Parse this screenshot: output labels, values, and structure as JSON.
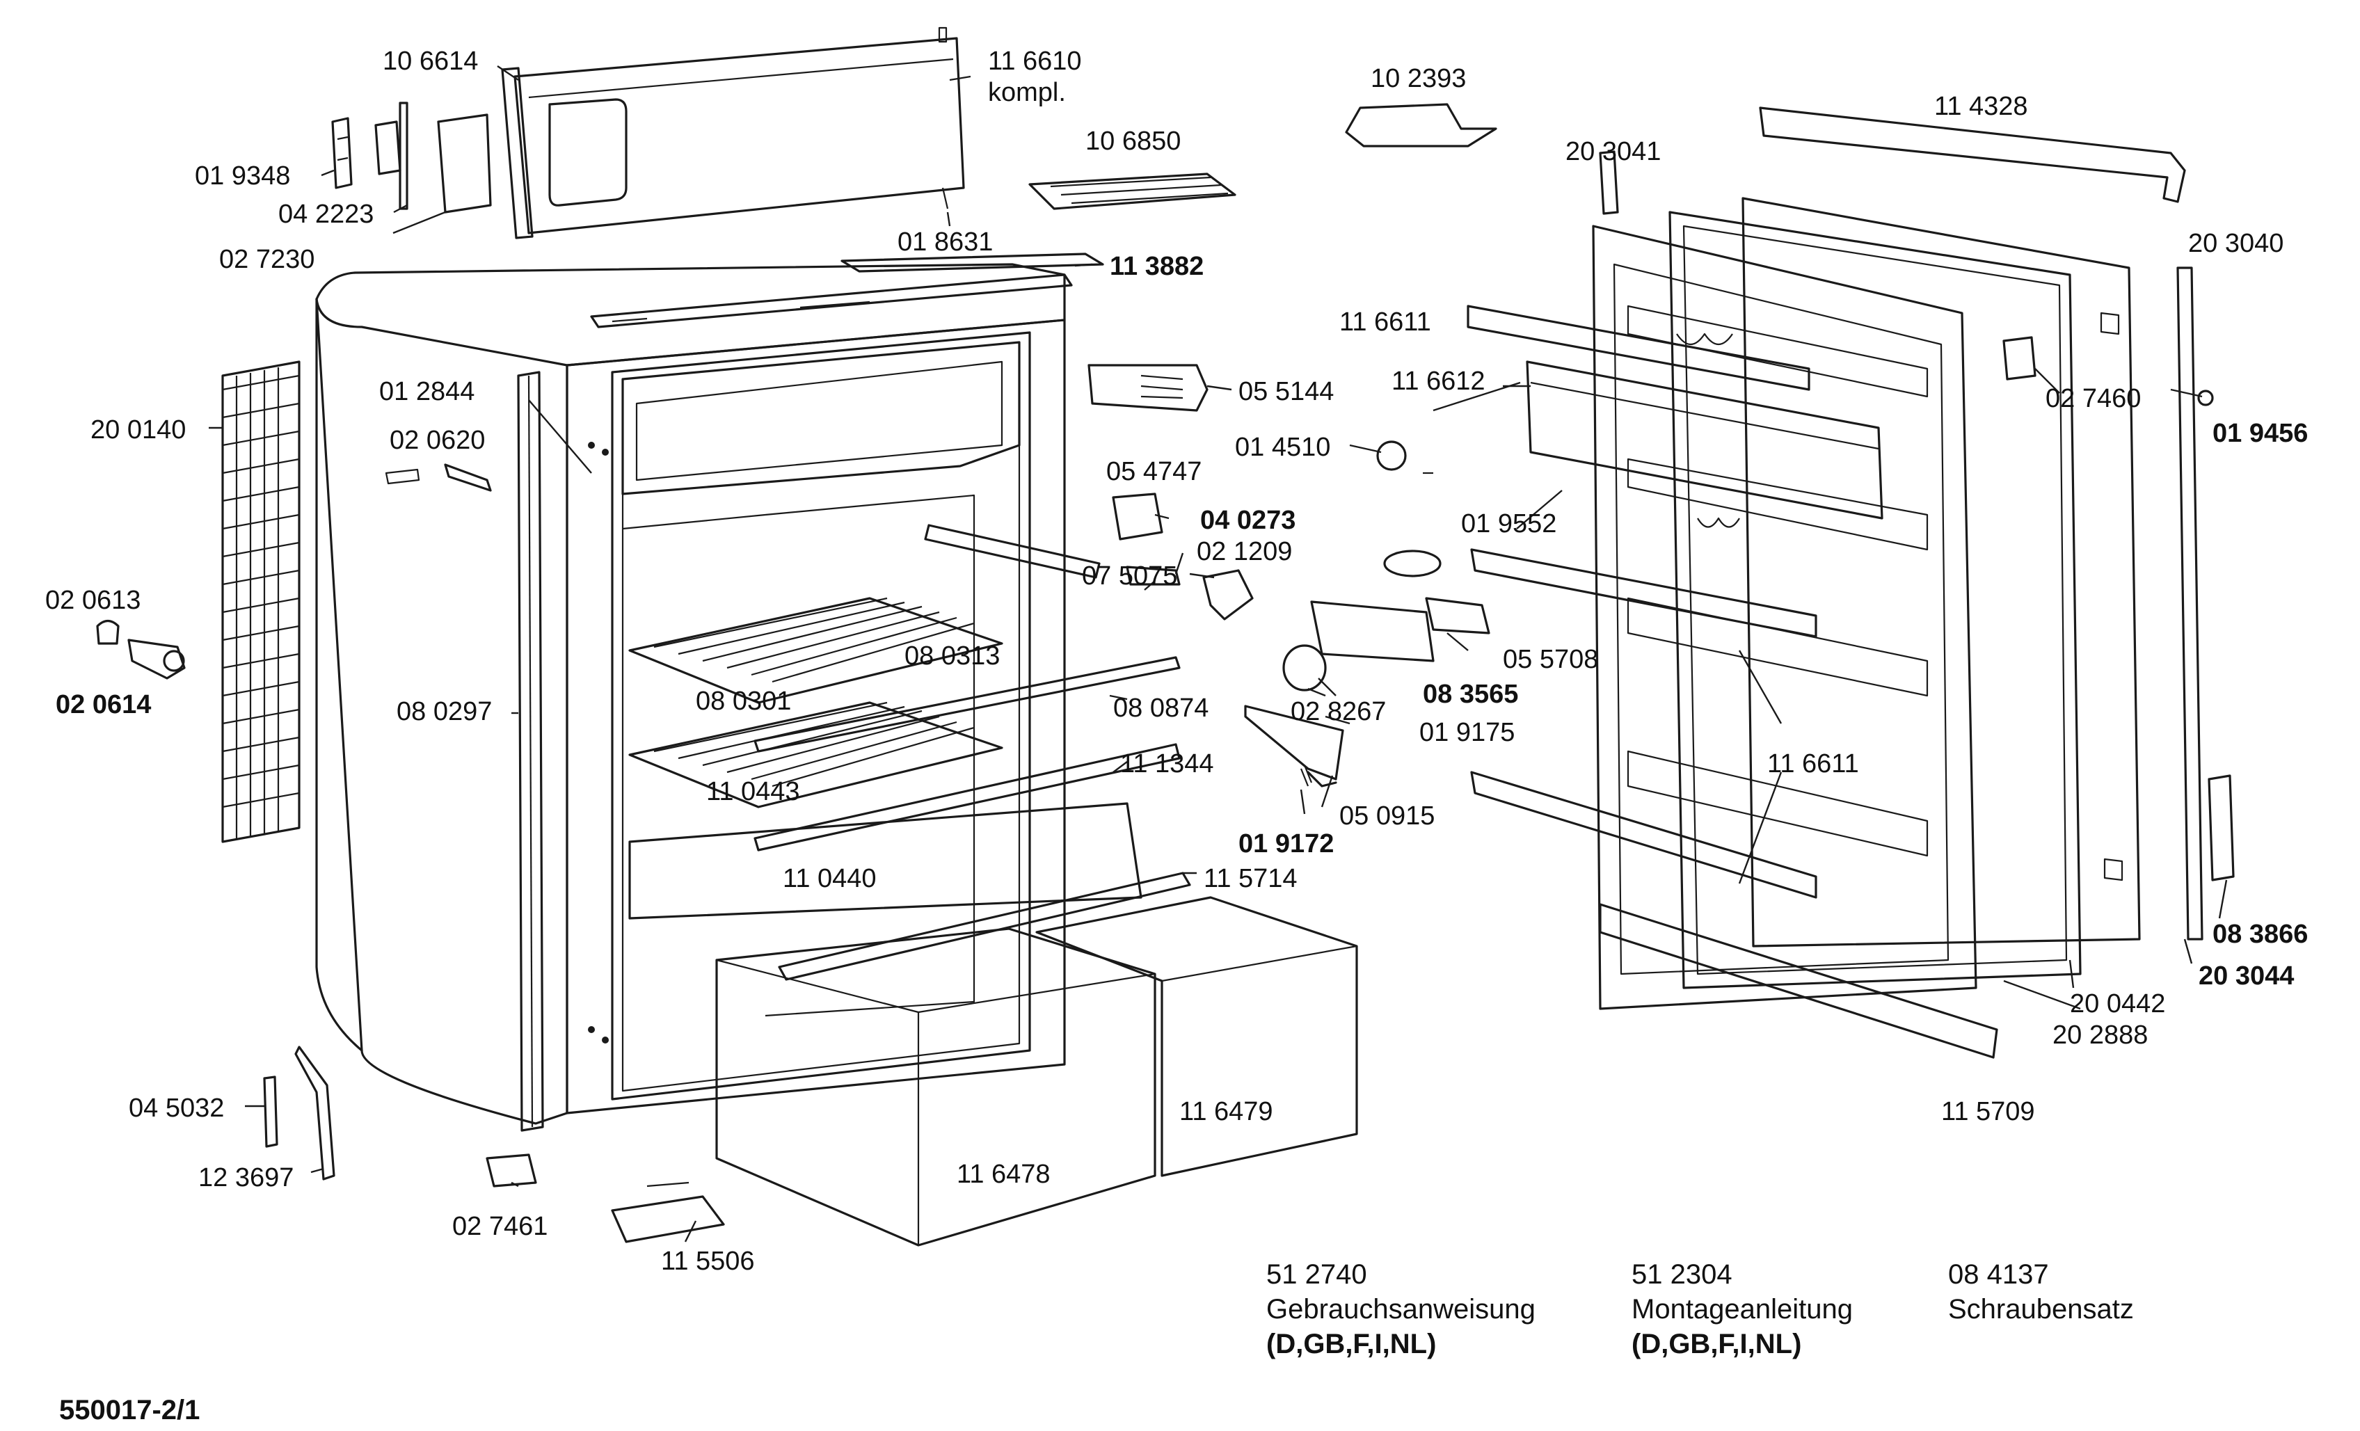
{
  "diagram_id": "550017-2/1",
  "part_labels": [
    {
      "id": "p1",
      "text": "10 6614",
      "bold": false
    },
    {
      "id": "p2",
      "text": "11 6610",
      "bold": false
    },
    {
      "id": "p3",
      "text": "kompl.",
      "bold": false
    },
    {
      "id": "p4",
      "text": "10 2393",
      "bold": false
    },
    {
      "id": "p5",
      "text": "11 4328",
      "bold": false
    },
    {
      "id": "p6",
      "text": "10 6850",
      "bold": false
    },
    {
      "id": "p7",
      "text": "20 3041",
      "bold": false
    },
    {
      "id": "p8",
      "text": "01 9348",
      "bold": false
    },
    {
      "id": "p9",
      "text": "04 2223",
      "bold": false
    },
    {
      "id": "p10",
      "text": "02 7230",
      "bold": false
    },
    {
      "id": "p11",
      "text": "01 8631",
      "bold": false
    },
    {
      "id": "p12",
      "text": "11 3882",
      "bold": true
    },
    {
      "id": "p13",
      "text": "20 3040",
      "bold": false
    },
    {
      "id": "p14",
      "text": "11 6611",
      "bold": false
    },
    {
      "id": "p15",
      "text": "11 6612",
      "bold": false
    },
    {
      "id": "p16",
      "text": "02 7460",
      "bold": false
    },
    {
      "id": "p17",
      "text": "01 9456",
      "bold": true
    },
    {
      "id": "p18",
      "text": "01 2844",
      "bold": false
    },
    {
      "id": "p19",
      "text": "05 5144",
      "bold": false
    },
    {
      "id": "p20",
      "text": "20 0140",
      "bold": false
    },
    {
      "id": "p21",
      "text": "02 0620",
      "bold": false
    },
    {
      "id": "p22",
      "text": "01 4510",
      "bold": false
    },
    {
      "id": "p23",
      "text": "05 4747",
      "bold": false
    },
    {
      "id": "p24",
      "text": "04 0273",
      "bold": true
    },
    {
      "id": "p25",
      "text": "02 1209",
      "bold": false
    },
    {
      "id": "p26",
      "text": "01 9552",
      "bold": false
    },
    {
      "id": "p27",
      "text": "02 0613",
      "bold": false
    },
    {
      "id": "p28",
      "text": "07 5075",
      "bold": false
    },
    {
      "id": "p29",
      "text": "05 5708",
      "bold": false
    },
    {
      "id": "p30",
      "text": "08 0313",
      "bold": false
    },
    {
      "id": "p31",
      "text": "02 0614",
      "bold": true
    },
    {
      "id": "p32",
      "text": "08 0301",
      "bold": false
    },
    {
      "id": "p33",
      "text": "08 0874",
      "bold": false
    },
    {
      "id": "p34",
      "text": "02 8267",
      "bold": false
    },
    {
      "id": "p35",
      "text": "08 3565",
      "bold": true
    },
    {
      "id": "p36",
      "text": "08 0297",
      "bold": false
    },
    {
      "id": "p37",
      "text": "01 9175",
      "bold": false
    },
    {
      "id": "p38",
      "text": "11 6611",
      "bold": false
    },
    {
      "id": "p39",
      "text": "11 0443",
      "bold": false
    },
    {
      "id": "p40",
      "text": "11 1344",
      "bold": false
    },
    {
      "id": "p41",
      "text": "05 0915",
      "bold": false
    },
    {
      "id": "p42",
      "text": "01 9172",
      "bold": true
    },
    {
      "id": "p43",
      "text": "11 0440",
      "bold": false
    },
    {
      "id": "p44",
      "text": "11 5714",
      "bold": false
    },
    {
      "id": "p45",
      "text": "08 3866",
      "bold": true
    },
    {
      "id": "p46",
      "text": "20 3044",
      "bold": true
    },
    {
      "id": "p47",
      "text": "20 0442",
      "bold": false
    },
    {
      "id": "p48",
      "text": "20 2888",
      "bold": false
    },
    {
      "id": "p49",
      "text": "04 5032",
      "bold": false
    },
    {
      "id": "p50",
      "text": "11 6479",
      "bold": false
    },
    {
      "id": "p51",
      "text": "11 5709",
      "bold": false
    },
    {
      "id": "p52",
      "text": "12 3697",
      "bold": false
    },
    {
      "id": "p53",
      "text": "11 6478",
      "bold": false
    },
    {
      "id": "p54",
      "text": "02 7461",
      "bold": false
    },
    {
      "id": "p55",
      "text": "11 5506",
      "bold": false
    }
  ],
  "documents": [
    {
      "number": "51 2740",
      "title": "Gebrauchsanweisung",
      "languages": "(D,GB,F,I,NL)"
    },
    {
      "number": "51 2304",
      "title": "Montageanleitung",
      "languages": "(D,GB,F,I,NL)"
    },
    {
      "number": "08 4137",
      "title": "Schraubensatz",
      "languages": ""
    }
  ]
}
